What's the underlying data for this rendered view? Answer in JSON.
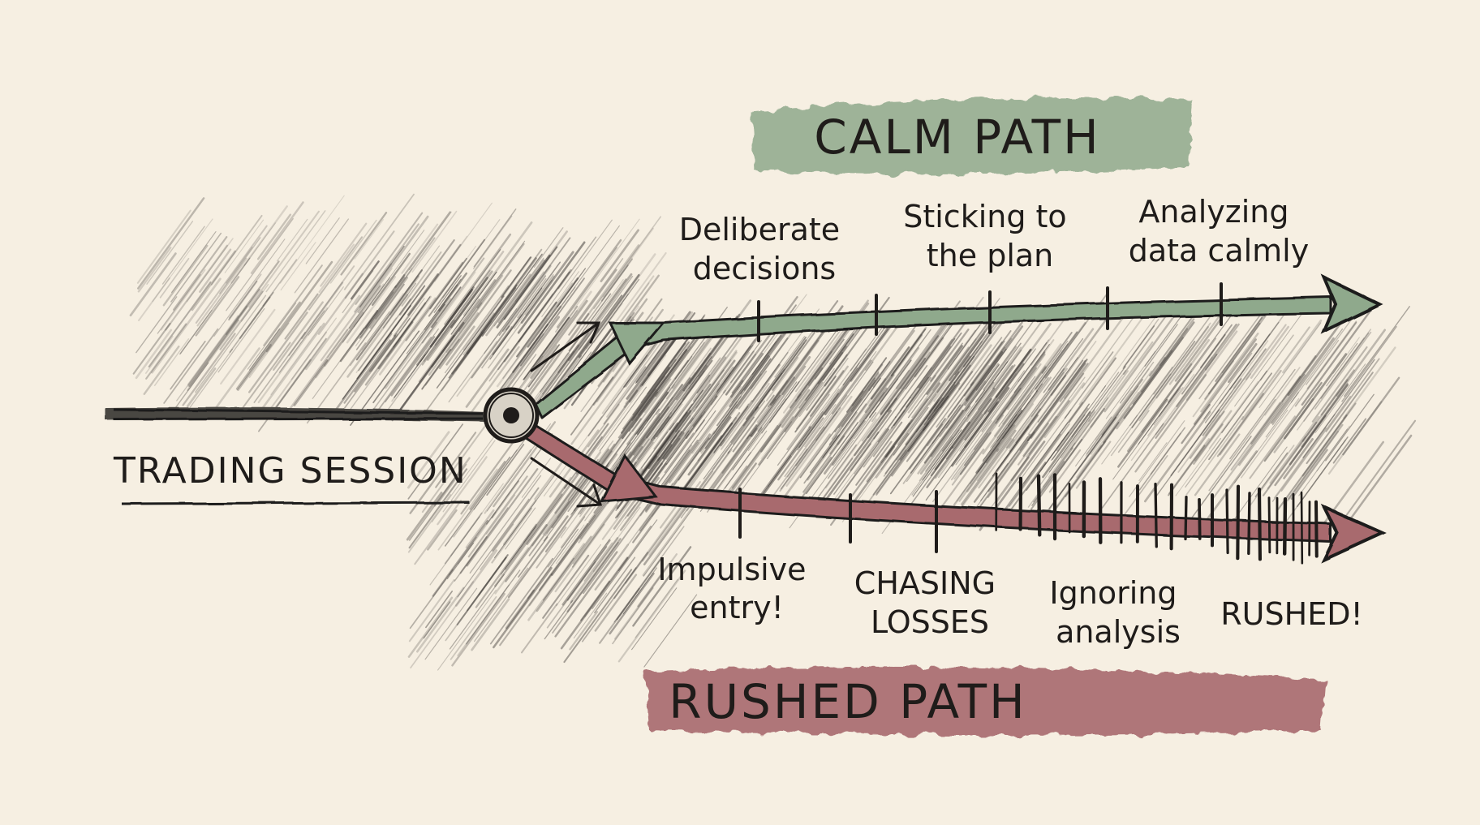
{
  "start_label": "TRADING SESSION",
  "calm_path": {
    "title": "CALM PATH",
    "color": "#8fa98c",
    "milestones": [
      {
        "lines": [
          "Deliberate",
          "decisions"
        ]
      },
      {
        "lines": [
          "Sticking to",
          "the plan"
        ]
      },
      {
        "lines": [
          "Analyzing",
          "data calmly"
        ]
      }
    ]
  },
  "rushed_path": {
    "title": "RUSHED PATH",
    "color": "#a86a6e",
    "milestones": [
      {
        "lines": [
          "Impulsive",
          "entry!"
        ]
      },
      {
        "lines": [
          "CHASING",
          "LOSSES"
        ]
      },
      {
        "lines": [
          "Ignoring",
          "analysis"
        ]
      },
      {
        "lines": [
          "RUSHED!"
        ]
      }
    ]
  },
  "colors": {
    "background": "#f6efe2",
    "ink": "#1f1c1a",
    "hatch": "#3a3633"
  }
}
